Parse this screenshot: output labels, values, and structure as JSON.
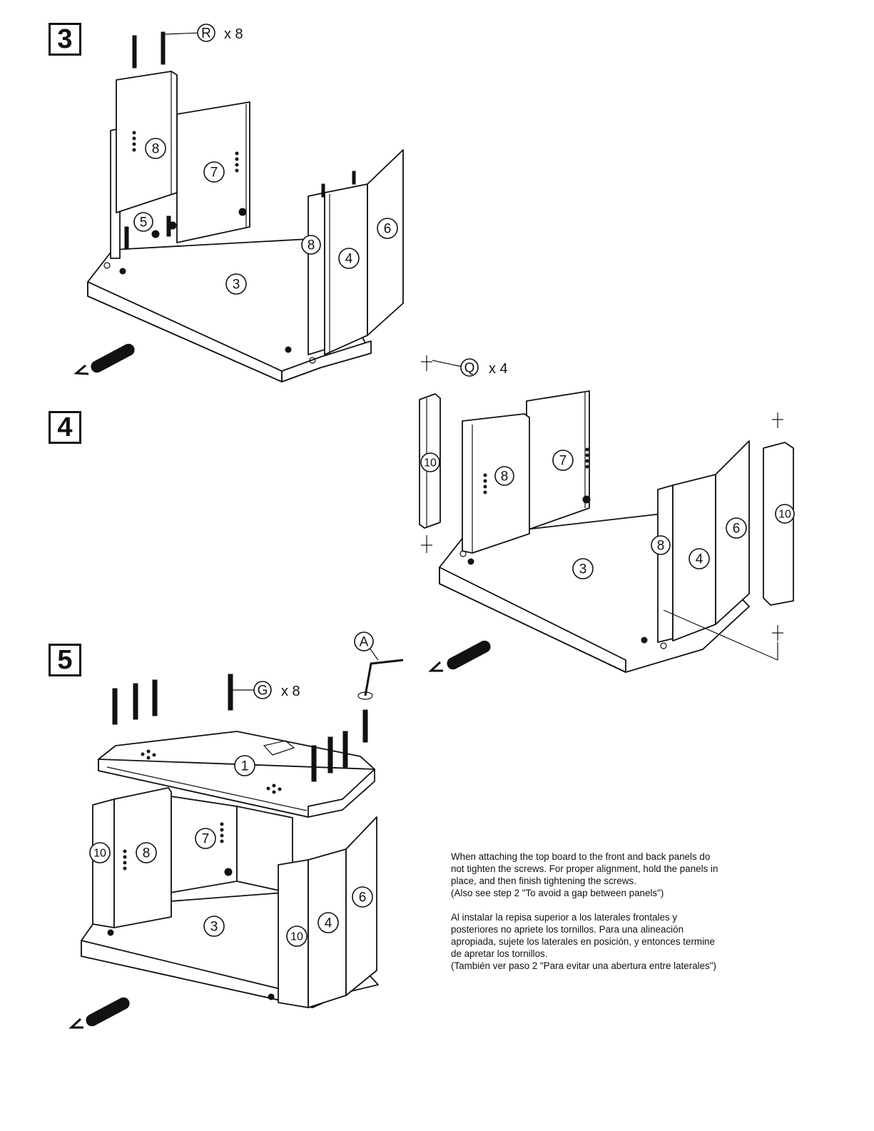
{
  "steps": {
    "s3": "3",
    "s4": "4",
    "s5": "5"
  },
  "step3": {
    "hardware": {
      "code": "R",
      "qty": "x 8"
    },
    "parts": {
      "p8a": "8",
      "p7": "7",
      "p5": "5",
      "p8b": "8",
      "p4": "4",
      "p6": "6",
      "p3": "3"
    }
  },
  "step4": {
    "hardware": {
      "code": "Q",
      "qty": "x 4"
    },
    "parts": {
      "p10a": "10",
      "p8a": "8",
      "p7": "7",
      "p8b": "8",
      "p4": "4",
      "p6": "6",
      "p3": "3",
      "p10b": "10"
    }
  },
  "step5": {
    "tool": "A",
    "hardware": {
      "code": "G",
      "qty": "x 8"
    },
    "parts": {
      "p1": "1",
      "p7": "7",
      "p10a": "10",
      "p8": "8",
      "p6": "6",
      "p4": "4",
      "p10b": "10",
      "p3": "3"
    }
  },
  "notes": {
    "en": [
      "When attaching the top board to the front and back panels do",
      "not tighten the screws.  For proper alignment, hold the panels in",
      "place, and then finish tightening the screws.",
      "(Also see step 2 \"To avoid a gap between panels\")"
    ],
    "es": [
      "Al instalar la repisa superior a los laterales frontales y",
      "posteriores no apriete los tornillos.  Para una alineación",
      "apropiada, sujete los laterales en posición, y entonces termine",
      "de apretar los tornillos.",
      "(También ver paso 2 \"Para evitar una abertura entre laterales\")"
    ]
  }
}
